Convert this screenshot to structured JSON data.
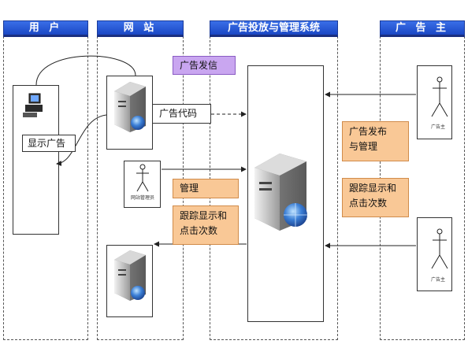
{
  "lanes": {
    "user": "用 户",
    "website": "网 站",
    "system": "广告投放与管理系统",
    "advertiser": "广 告 主"
  },
  "labels": {
    "ad_send": "广告发信",
    "ad_code": "广告代码",
    "show_ad": "显示广告",
    "manage": "管理",
    "track_left_line1": "跟踪显示和",
    "track_left_line2": "点击次数",
    "publish_line1": "广告发布",
    "publish_line2": "与管理",
    "track_right_line1": "跟踪显示和",
    "track_right_line2": "点击次数"
  },
  "actors": {
    "site_manager": "网站管理员",
    "advertiser_top": "广告主",
    "advertiser_bottom": "广告主"
  },
  "colors": {
    "lane_header": "#1a47c4",
    "orange_label": "#f9c896",
    "purple_label": "#c9a6f0"
  }
}
